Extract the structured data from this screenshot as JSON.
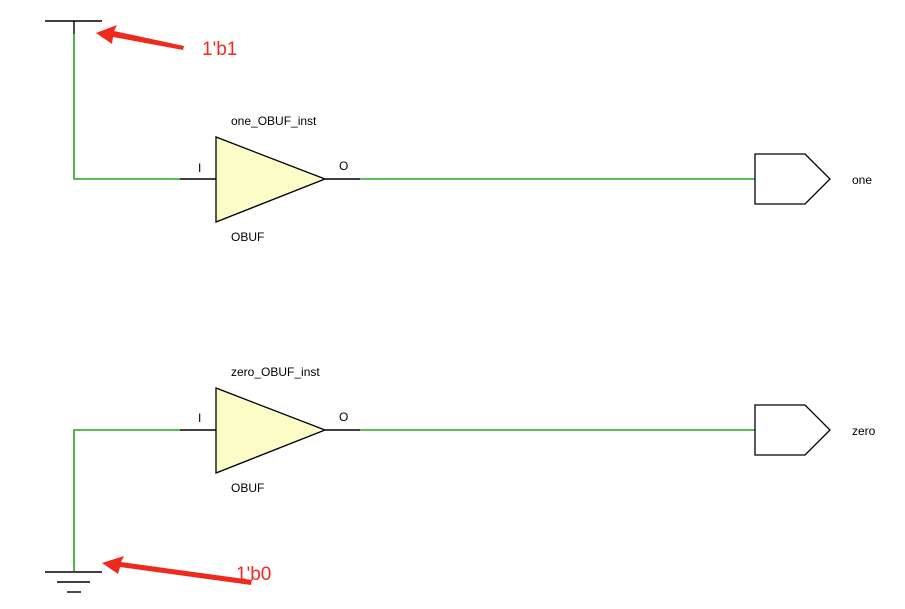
{
  "colors": {
    "wire": "#22a61e",
    "buffer_fill": "#fcfcc8",
    "stroke": "#000000",
    "annotation": "#ee2a1e"
  },
  "rows": [
    {
      "instance_name": "one_OBUF_inst",
      "cell_type": "OBUF",
      "input_pin": "I",
      "output_pin": "O",
      "port_name": "one"
    },
    {
      "instance_name": "zero_OBUF_inst",
      "cell_type": "OBUF",
      "input_pin": "I",
      "output_pin": "O",
      "port_name": "zero"
    }
  ],
  "supplies": {
    "vcc_icon": "power-supply-icon",
    "gnd_icon": "ground-icon"
  },
  "annotations": {
    "vcc_label": "1'b1",
    "gnd_label": "1'b0"
  }
}
